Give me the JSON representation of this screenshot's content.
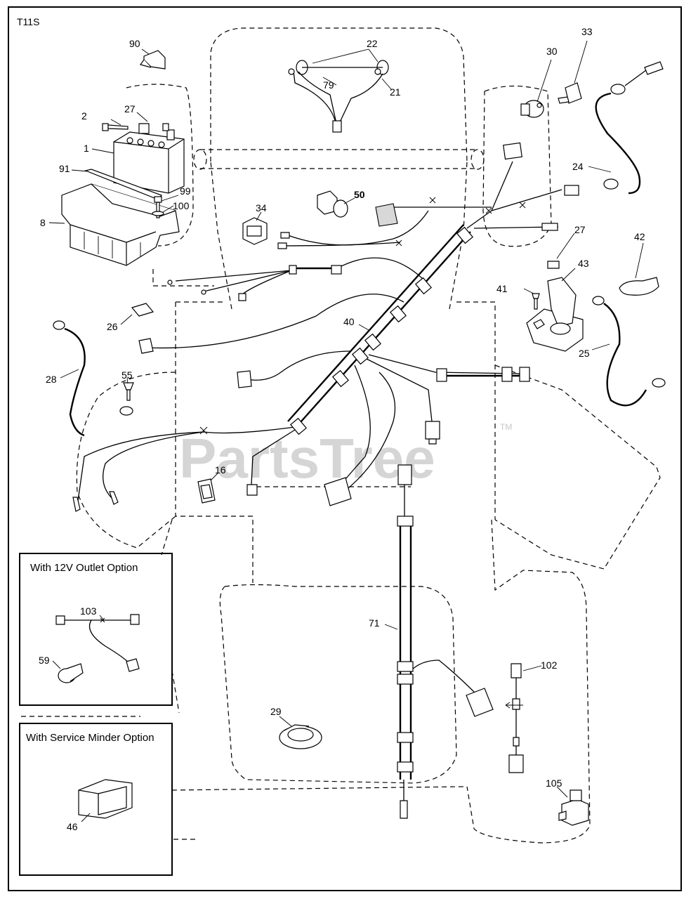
{
  "diagram_code": "T11S",
  "watermark": {
    "text": "PartsTree",
    "tm": "TM"
  },
  "callouts": {
    "c1": "1",
    "c2": "2",
    "c8": "8",
    "c16": "16",
    "c21": "21",
    "c22": "22",
    "c24": "24",
    "c25": "25",
    "c26": "26",
    "c27a": "27",
    "c27b": "27",
    "c28": "28",
    "c29": "29",
    "c30": "30",
    "c33": "33",
    "c34": "34",
    "c40": "40",
    "c41": "41",
    "c42": "42",
    "c43": "43",
    "c46": "46",
    "c50": "50",
    "c55": "55",
    "c59": "59",
    "c71": "71",
    "c79": "79",
    "c90": "90",
    "c91": "91",
    "c99": "99",
    "c100": "100",
    "c102": "102",
    "c103": "103",
    "c105": "105"
  },
  "option_boxes": {
    "outlet": {
      "title": "With 12V Outlet Option"
    },
    "service": {
      "title": "With Service Minder Option"
    }
  }
}
